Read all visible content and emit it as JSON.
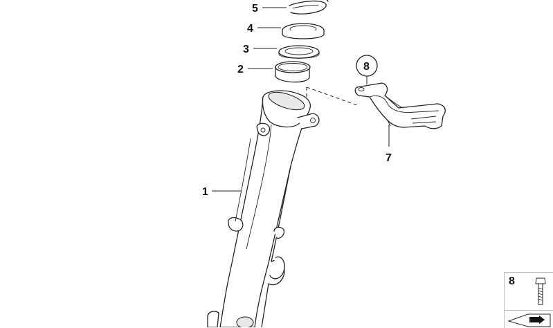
{
  "callouts": {
    "c1": "1",
    "c2": "2",
    "c3": "3",
    "c4": "4",
    "c5": "5",
    "c7": "7",
    "c8": "8"
  },
  "legend": {
    "number": "8"
  },
  "icons": {
    "parts": [
      "fork-tube-icon",
      "guide-bushing-icon",
      "washer-icon",
      "seal-ring-icon",
      "circlip-icon",
      "bracket-icon",
      "bolt-icon"
    ]
  }
}
